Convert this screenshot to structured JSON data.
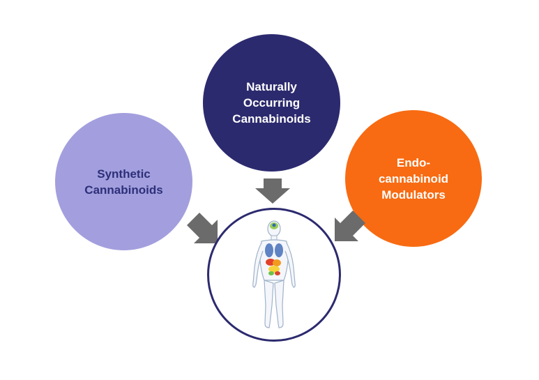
{
  "diagram": {
    "nodes": [
      {
        "id": "natural",
        "label": "Naturally\nOccurring\nCannabinoids",
        "color": "#2c2a6e"
      },
      {
        "id": "synthetic",
        "label": "Synthetic\nCannabinoids",
        "color": "#a39fde"
      },
      {
        "id": "endo",
        "label": "Endo-\ncannabinoid\nModulators",
        "color": "#f86b12"
      },
      {
        "id": "body",
        "label": "",
        "icon": "human-body-icon"
      }
    ],
    "edges": [
      {
        "from": "natural",
        "to": "body"
      },
      {
        "from": "synthetic",
        "to": "body"
      },
      {
        "from": "endo",
        "to": "body"
      }
    ],
    "arrow_color": "#6b6b6b",
    "body_outline_color": "#2c2a6e"
  }
}
